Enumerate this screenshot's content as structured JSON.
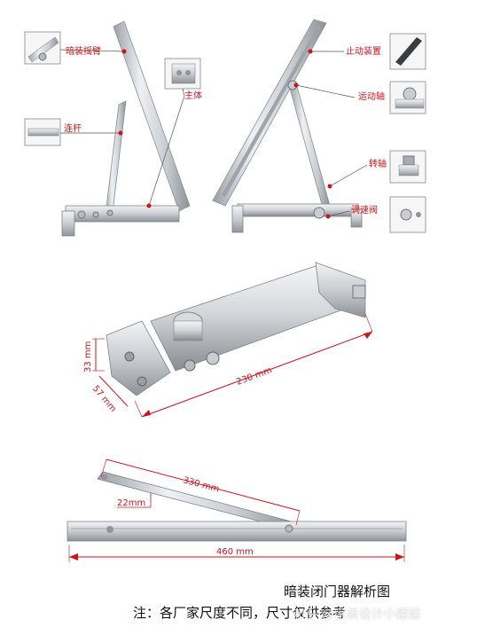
{
  "top_left_labels": {
    "hidden_arm": "暗装摇臂",
    "main_body": "主体",
    "link_rod": "连杆"
  },
  "top_right_labels": {
    "stop_device": "止动装置",
    "moving_shaft": "运动轴",
    "pivot_shaft": "转轴",
    "speed_valve": "调速阀"
  },
  "body_dims": {
    "length": "230 mm",
    "height": "33 mm",
    "depth": "57 mm"
  },
  "rail_dims": {
    "arm_length": "330 mm",
    "arm_width": "22mm",
    "rail_length": "460 mm"
  },
  "caption": {
    "title": "暗装闭门器解析图",
    "note": "注：各厂家尺度不同，尺寸仅供参考",
    "watermark": "知乎 @家装设计小姐姐"
  },
  "colors": {
    "accent": "#d0121b",
    "metal_light": "#e6e8ea",
    "metal_mid": "#c2c6ca",
    "metal_dark": "#8a8f95"
  }
}
